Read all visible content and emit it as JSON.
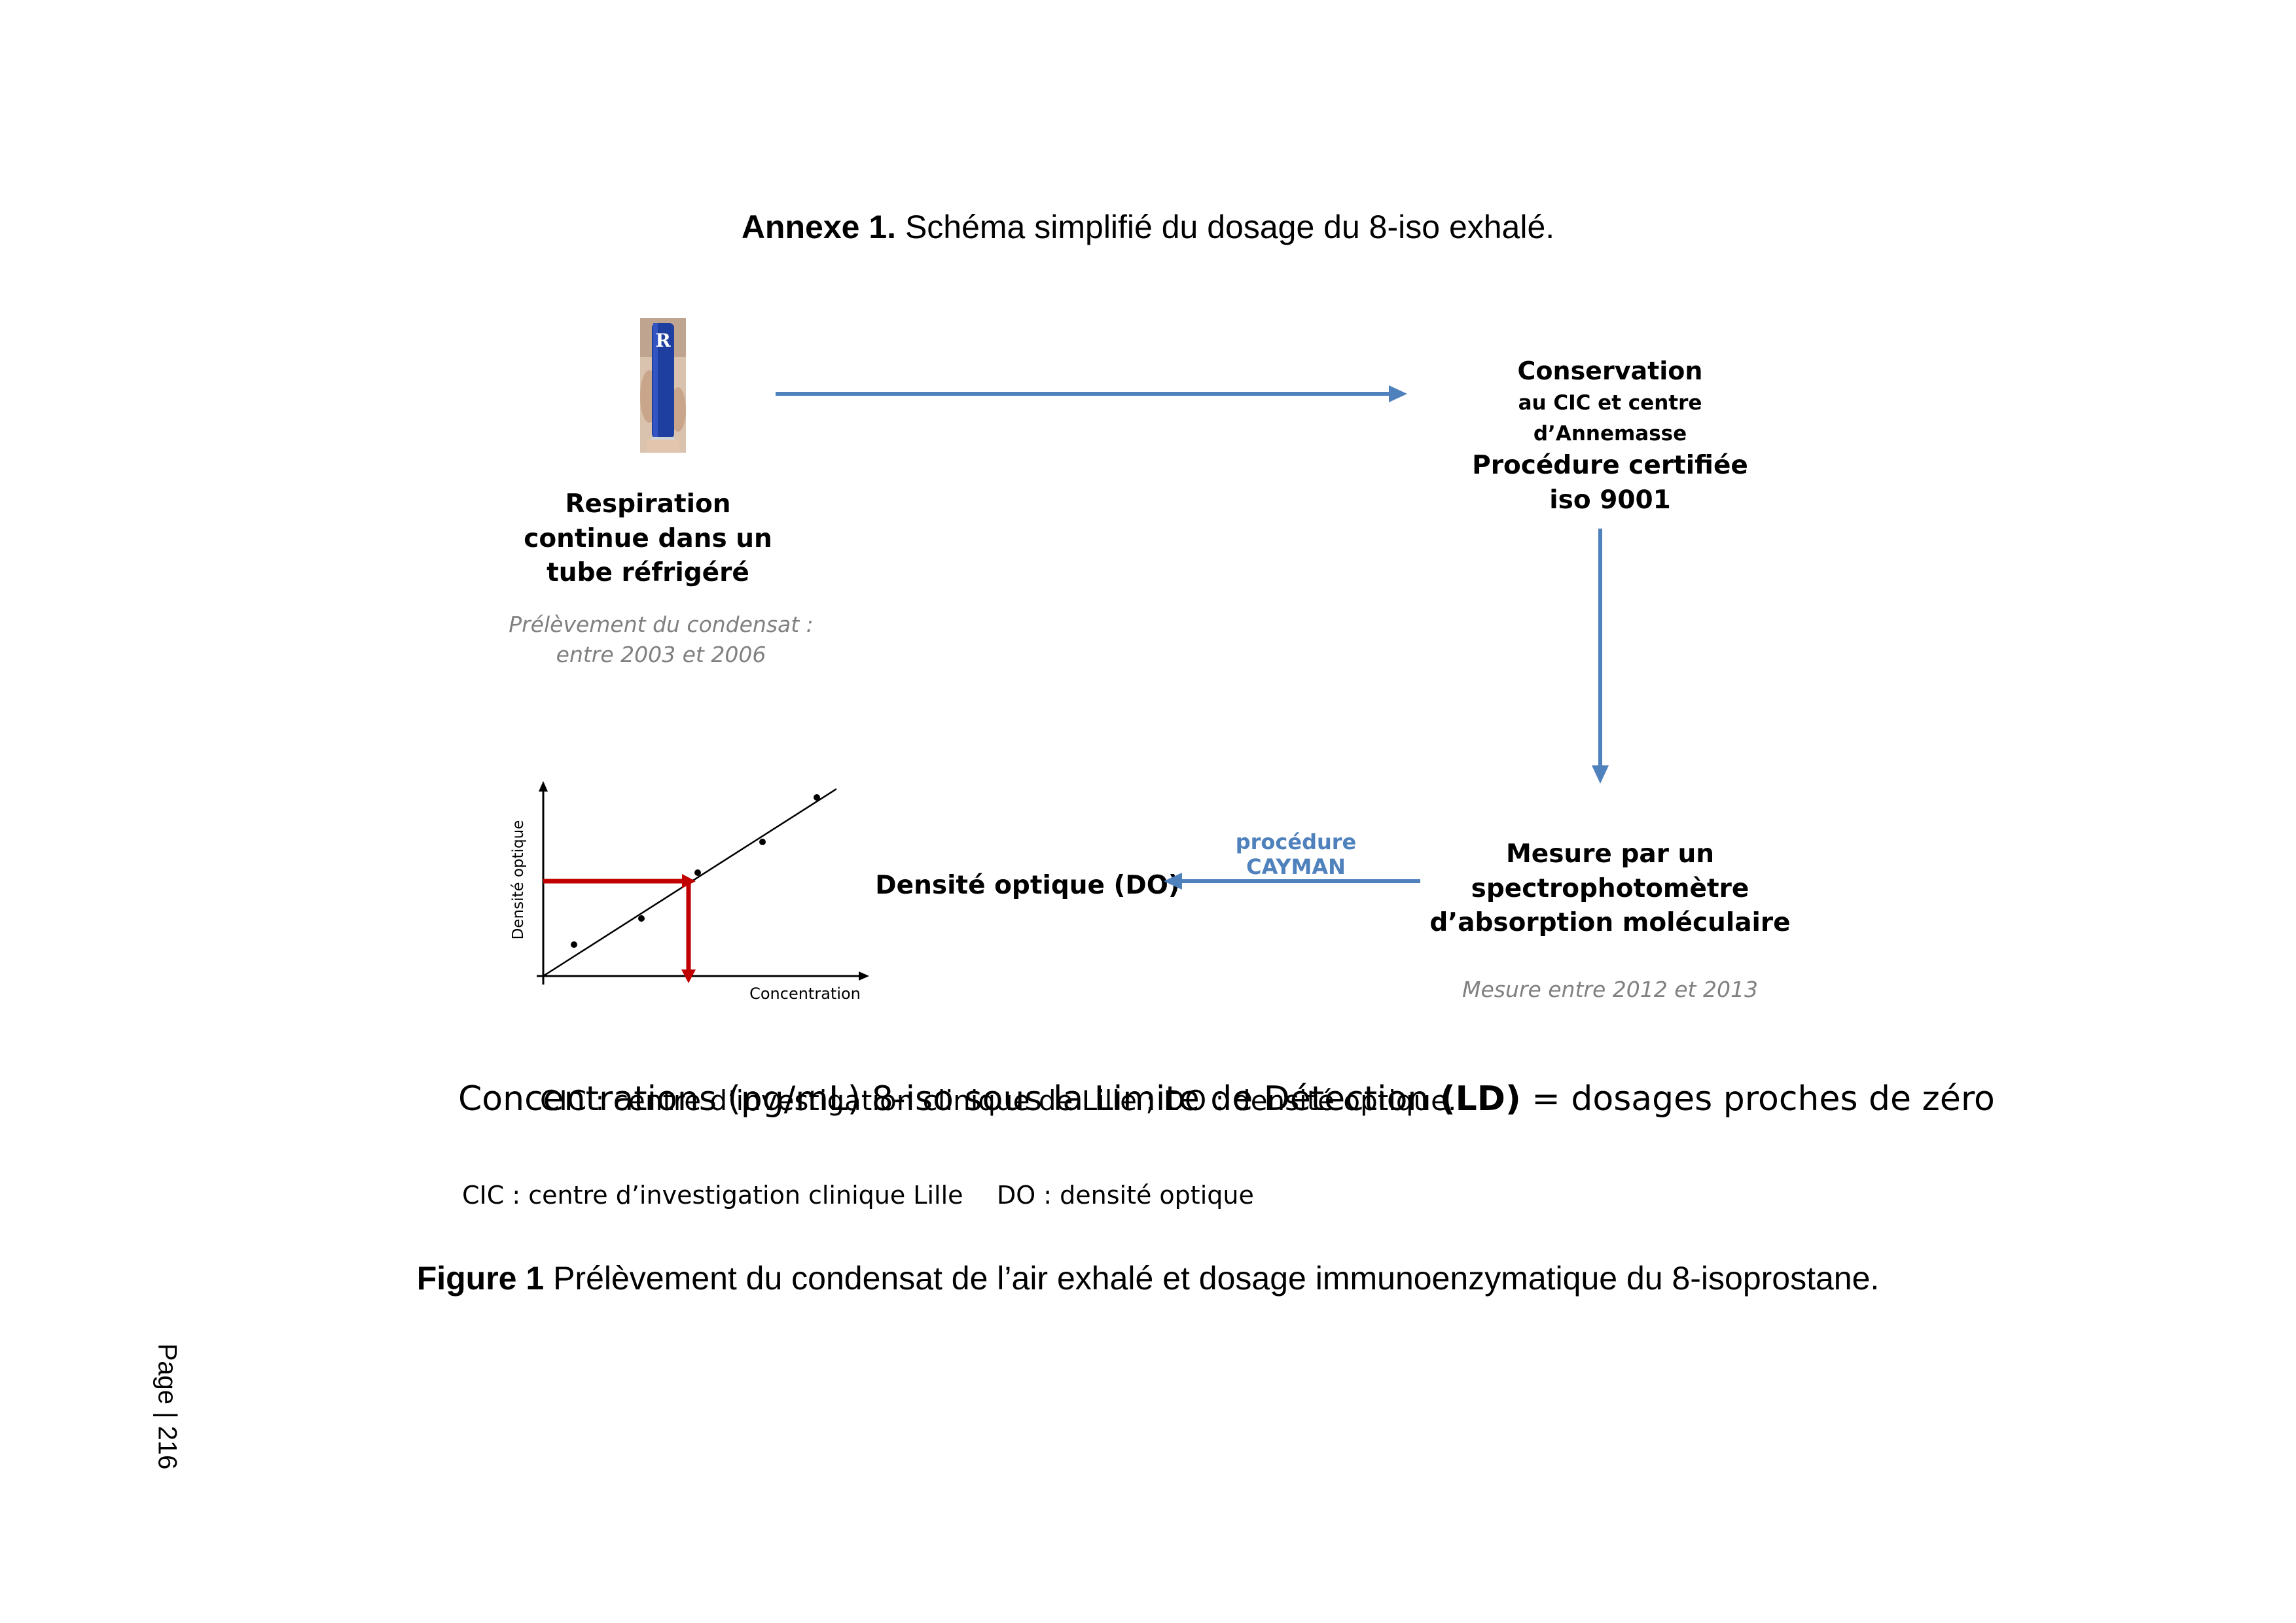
{
  "annex": {
    "label": "Annexe 1.",
    "title": "Schéma simplifié du dosage du 8-iso exhalé."
  },
  "steps": {
    "breathing": {
      "lines": [
        "Respiration",
        "continue dans un",
        "tube réfrigéré"
      ],
      "note_lines": [
        "Prélèvement du condensat :",
        "entre 2003 et 2006"
      ]
    },
    "storage": {
      "title": "Conservation",
      "sub_lines": [
        "au CIC et centre",
        "d’Annemasse"
      ],
      "certified_lines": [
        "Procédure certifiée",
        "iso 9001"
      ]
    },
    "measurement": {
      "lines": [
        "Mesure par un",
        "spectrophotomètre",
        "d’absorption moléculaire"
      ],
      "note": "Mesure entre 2012 et 2013"
    },
    "optical_density": {
      "label": "Densité optique (DO)"
    },
    "procedure_label": "procédure CAYMAN"
  },
  "tube_icon": "refrigerated-breath-tube",
  "mini_chart": {
    "y_label": "Densité optique",
    "x_label": "Concentration"
  },
  "overlay": {
    "line1_part1": "Concentrations (pg/mL) 8-iso sous la Limite de Détection ",
    "line1_bold": "(LD)",
    "line1_part2": " =  dosages proches de zéro",
    "line2": "CIC : centre d’investigation clinique de Lille ; DO : densité optique."
  },
  "legend": {
    "cic": "CIC : centre d’investigation clinique Lille",
    "do": "DO : densité optique"
  },
  "figure": {
    "label": "Figure 1",
    "caption": "Prélèvement du condensat de l’air exhalé et dosage immunoenzymatique du 8-isoprostane."
  },
  "page": {
    "number_text": "Page | 216"
  },
  "colors": {
    "flow_arrow": "#4F81BD",
    "chart_arrow": "#C00000",
    "note_text": "#808080",
    "tube": "#1F3FA0"
  }
}
